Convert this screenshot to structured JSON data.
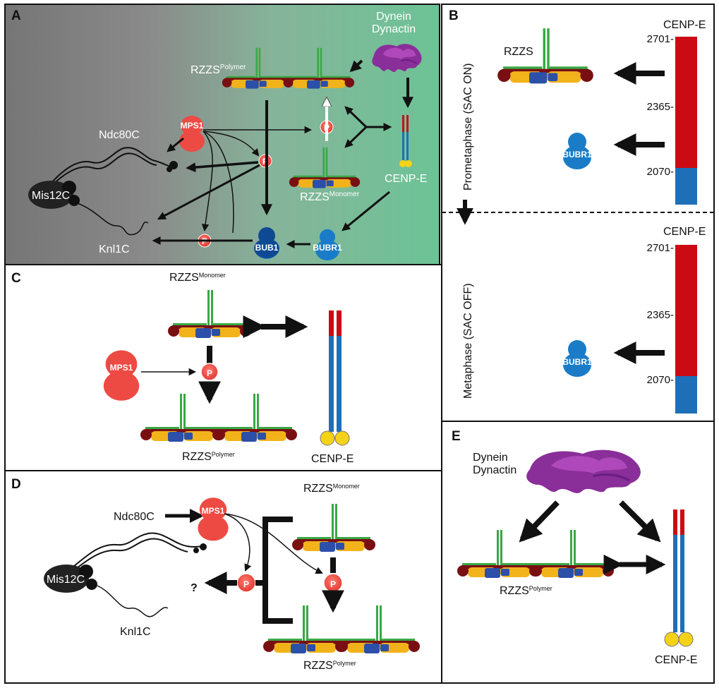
{
  "panels": {
    "a": "A",
    "b": "B",
    "c": "C",
    "d": "D",
    "e": "E"
  },
  "labels": {
    "dynein": "Dynein",
    "dynactin": "Dynactin",
    "rzzs_base": "RZZS",
    "polymer_sup": "Polymer",
    "monomer_sup": "Monomer",
    "mps1": "MPS1",
    "ndc80c": "Ndc80C",
    "mis12c": "Mis12C",
    "knl1c": "Knl1C",
    "cenpe": "CENP-E",
    "bubr1": "BUBR1",
    "bub1": "BUB1",
    "p": "P",
    "question": "?",
    "rzzs_b": "RZZS"
  },
  "panel_b": {
    "prometaphase": "Prometaphase (SAC ON)",
    "metaphase": "Metaphase (SAC OFF)",
    "ticks": [
      "2701-",
      "2365-",
      "2070-"
    ]
  },
  "colors": {
    "red_domain": "#cc0a14",
    "blue_domain": "#1f6fb8",
    "mps1": "#ee4a44",
    "bubr1": "#1a7cc6",
    "bub1": "#0e4a94",
    "gfp": "#4aa84a",
    "dynein": "#8a2e9a",
    "panel_a_bg_left": "#7a7a7a",
    "panel_a_bg_right": "#6fc197"
  }
}
